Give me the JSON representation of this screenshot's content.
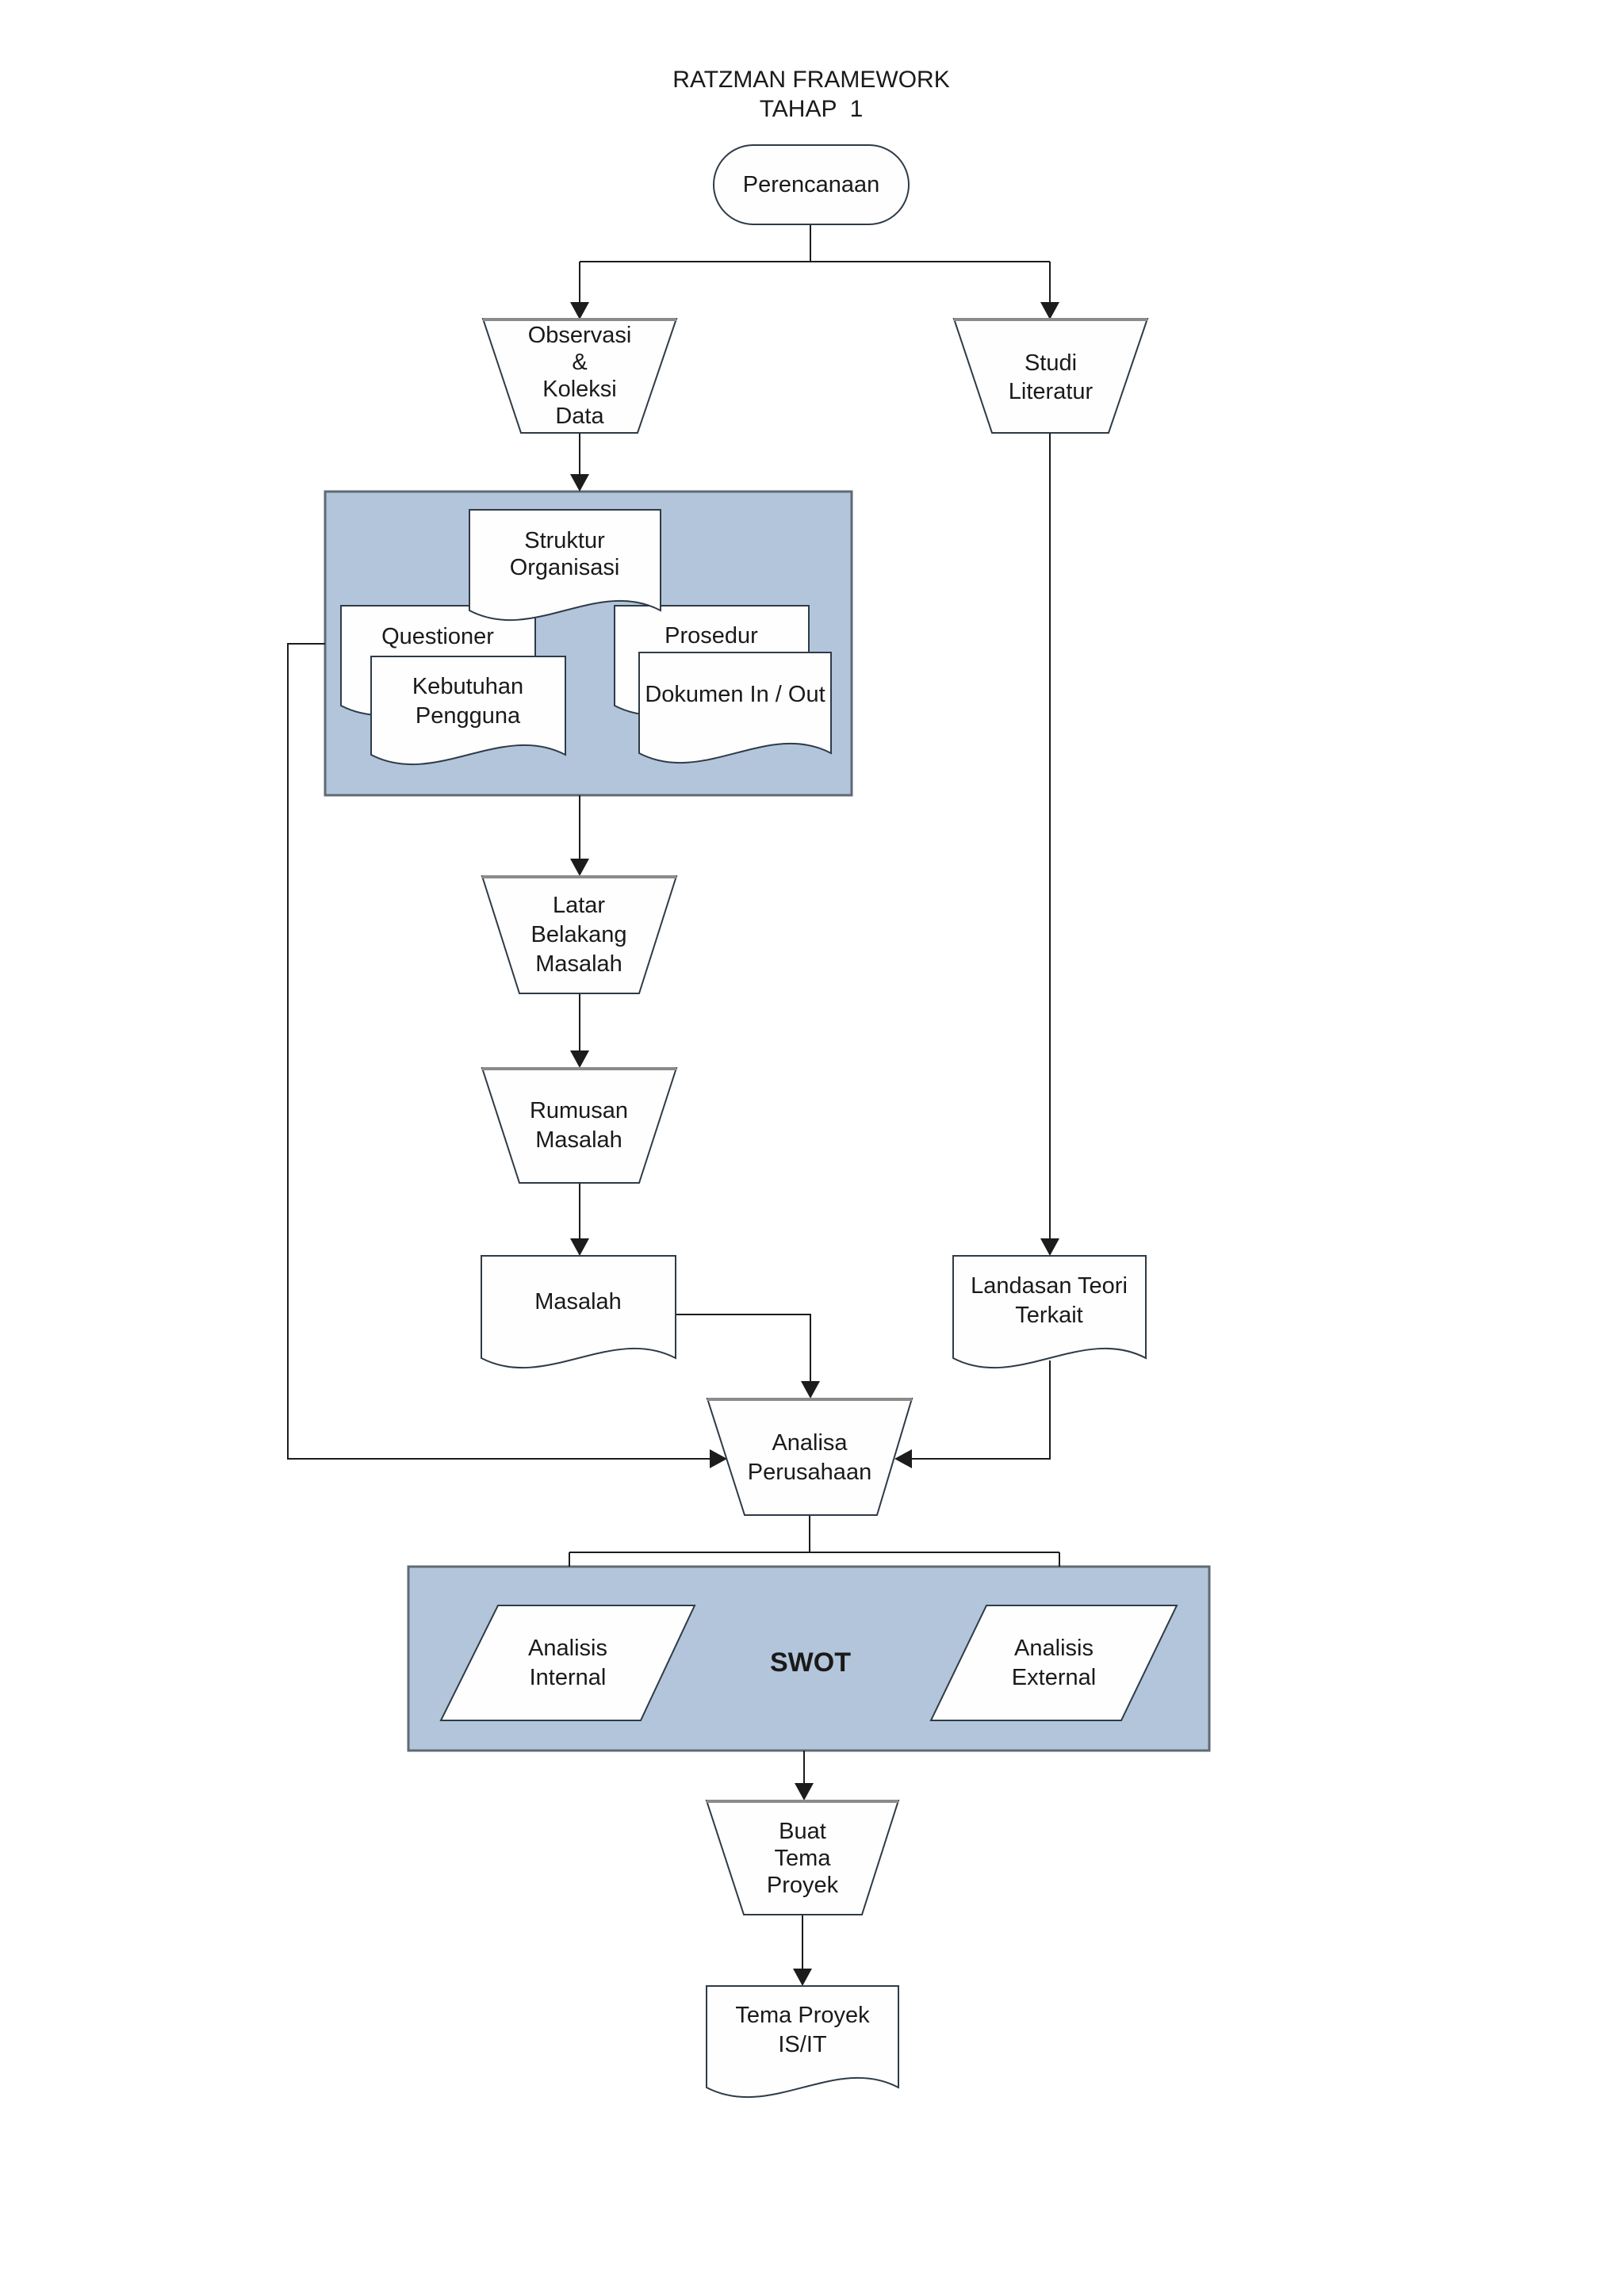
{
  "diagram": {
    "title_line1": "RATZMAN FRAMEWORK",
    "title_line2": "TAHAP  1"
  },
  "nodes": {
    "perencanaan": {
      "type": "terminator",
      "label": "Perencanaan"
    },
    "observasi": {
      "type": "trapezoid",
      "lines": [
        "Observasi",
        "&",
        "Koleksi",
        "Data"
      ]
    },
    "studi": {
      "type": "trapezoid",
      "lines": [
        "Studi",
        "Literatur"
      ]
    },
    "struktur": {
      "type": "document",
      "lines": [
        "Struktur",
        "Organisasi"
      ]
    },
    "questioner": {
      "type": "document",
      "lines": [
        "Questioner"
      ]
    },
    "prosedur": {
      "type": "document",
      "lines": [
        "Prosedur"
      ]
    },
    "kebutuhan": {
      "type": "document",
      "lines": [
        "Kebutuhan",
        "Pengguna"
      ]
    },
    "dokumen": {
      "type": "document",
      "lines": [
        "Dokumen In / Out"
      ]
    },
    "latar": {
      "type": "trapezoid",
      "lines": [
        "Latar",
        "Belakang",
        "Masalah"
      ]
    },
    "rumusan": {
      "type": "trapezoid",
      "lines": [
        "Rumusan",
        "Masalah"
      ]
    },
    "masalah": {
      "type": "document",
      "lines": [
        "Masalah"
      ]
    },
    "landasan": {
      "type": "document",
      "lines": [
        "Landasan Teori",
        "Terkait"
      ]
    },
    "analisa": {
      "type": "trapezoid",
      "lines": [
        "Analisa",
        "Perusahaan"
      ]
    },
    "swot": {
      "type": "container-label",
      "label": "SWOT"
    },
    "internal": {
      "type": "parallelogram",
      "lines": [
        "Analisis",
        "Internal"
      ]
    },
    "external": {
      "type": "parallelogram",
      "lines": [
        "Analisis",
        "External"
      ]
    },
    "buat": {
      "type": "trapezoid",
      "lines": [
        "Buat",
        "Tema",
        "Proyek"
      ]
    },
    "tema": {
      "type": "document",
      "lines": [
        "Tema Proyek",
        "IS/IT"
      ]
    }
  },
  "colors": {
    "container_fill": "#b3c5da",
    "container_border": "#5f6a74",
    "shape_fill": "#fefefe",
    "shape_border": "#2e3b48",
    "connector": "#1c1c1c",
    "text": "#1a1a1a",
    "trapezoid_top_edge": "#8b8b8b"
  }
}
